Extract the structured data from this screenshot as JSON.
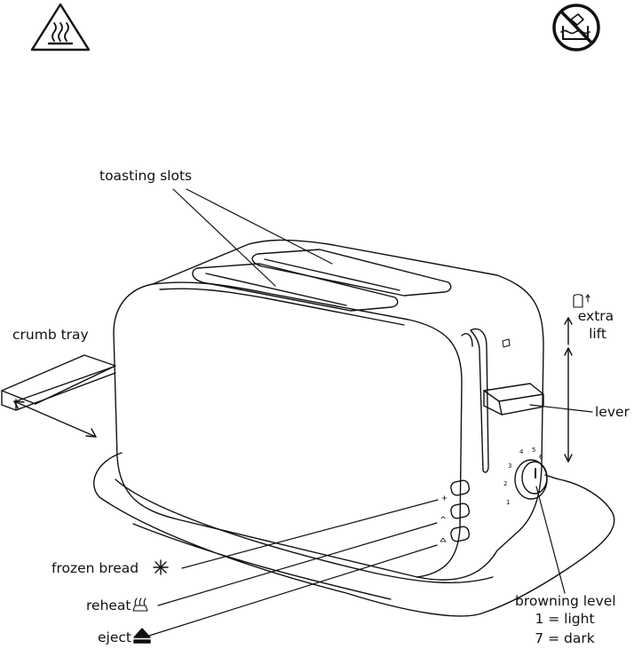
{
  "labels": {
    "toasting_slots": "toasting slots",
    "crumb_tray": "crumb tray",
    "extra_lift_line1": "extra",
    "extra_lift_line2": "lift",
    "lever": "lever",
    "frozen_bread": "frozen bread",
    "reheat": "reheat",
    "eject": "eject",
    "browning_level": "browning level",
    "browning_light": "1 = light",
    "browning_dark": "7 = dark"
  },
  "dial_ticks": [
    "1",
    "2",
    "3",
    "4",
    "5",
    "6"
  ],
  "icons": {
    "hot_surface": "hot-surface-warning-icon",
    "no_water": "no-water-immersion-icon",
    "frozen": "snowflake-icon",
    "reheat": "reheat-icon",
    "eject": "eject-icon",
    "lift": "bread-lift-icon"
  },
  "colors": {
    "line": "#111111",
    "background": "#ffffff"
  }
}
